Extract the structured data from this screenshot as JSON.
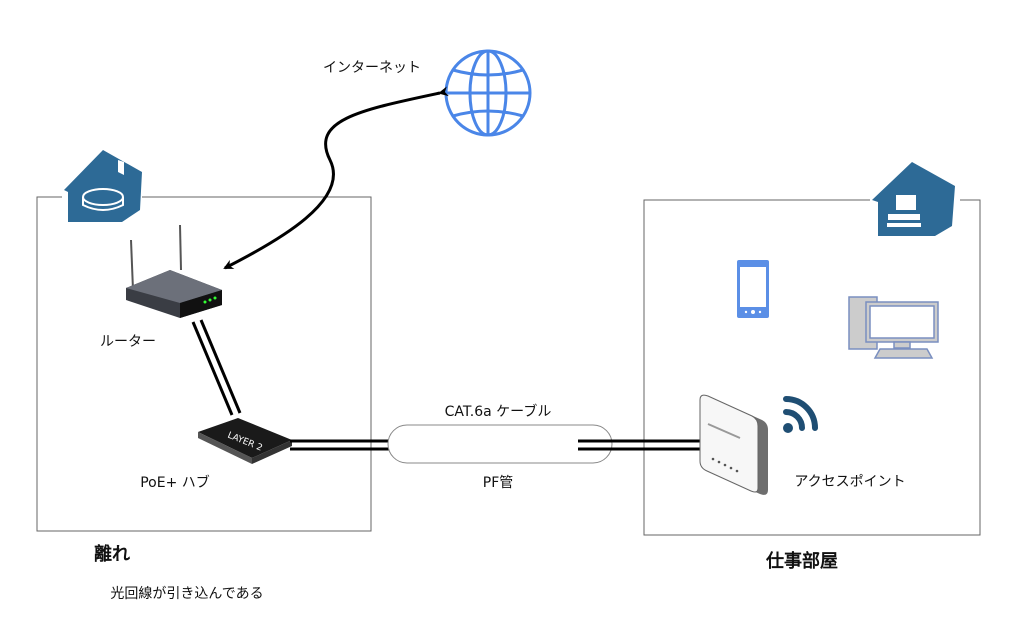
{
  "labels": {
    "internet": "インターネット",
    "router": "ルーター",
    "hub": "PoE+ ハブ",
    "cable": "CAT.6a ケーブル",
    "conduit": "PF管",
    "access_point": "アクセスポイント",
    "left_building": "離れ",
    "left_note": "光回線が引き込んである",
    "right_building": "仕事部屋",
    "hub_logo": "LAYER 2"
  },
  "colors": {
    "house": "#2d6a96",
    "globe": "#4a86e8",
    "phone": "#5b8fe6",
    "pc": "#7a8fc0",
    "wifi": "#1f4e73"
  },
  "icons": [
    "house-router-icon",
    "house-pc-icon",
    "globe-icon",
    "router-icon",
    "switch-icon",
    "smartphone-icon",
    "desktop-pc-icon",
    "wifi-icon",
    "access-point-icon"
  ]
}
